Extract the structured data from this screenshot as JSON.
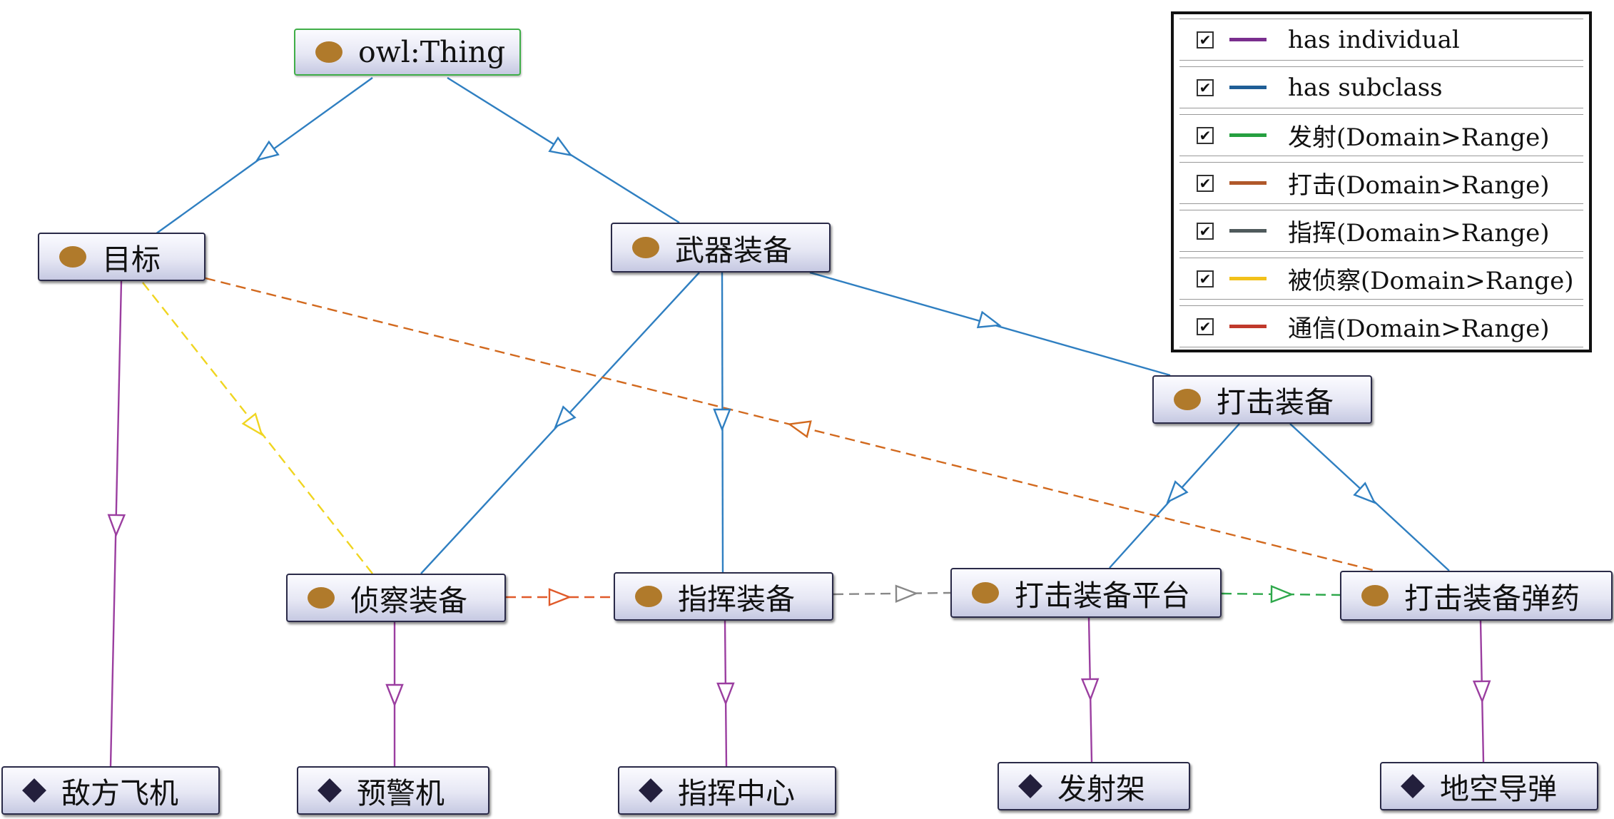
{
  "nodes": {
    "owl_thing": "owl:Thing",
    "mubiao": "目标",
    "wuqi": "武器装备",
    "daji": "打击装备",
    "zhencha": "侦察装备",
    "zhihui": "指挥装备",
    "daji_pingtai": "打击装备平台",
    "daji_danyao": "打击装备弹药"
  },
  "individuals": {
    "difang": "敌方飞机",
    "yujing": "预警机",
    "zhihui_zhongxin": "指挥中心",
    "fasheja": "发射架",
    "dikong": "地空导弹"
  },
  "legend": [
    {
      "label": "has individual",
      "color": "#7a2e8e",
      "checked": true
    },
    {
      "label": "has subclass",
      "color": "#1f5e96",
      "checked": true
    },
    {
      "label": "发射(Domain>Range)",
      "color": "#26a040",
      "checked": true
    },
    {
      "label": "打击(Domain>Range)",
      "color": "#b0582a",
      "checked": true
    },
    {
      "label": "指挥(Domain>Range)",
      "color": "#4f5a5c",
      "checked": true
    },
    {
      "label": "被侦察(Domain>Range)",
      "color": "#f2c11a",
      "checked": true
    },
    {
      "label": "通信(Domain>Range)",
      "color": "#c0392b",
      "checked": true
    }
  ],
  "edge_colors": {
    "subclass": "#2f7fc1",
    "individual": "#9b3ea0",
    "fashe": "#2ea84b",
    "daji": "#d2691e",
    "zhihui": "#888888",
    "beizhencha": "#f0d520",
    "tongxin": "#e05a2a"
  }
}
